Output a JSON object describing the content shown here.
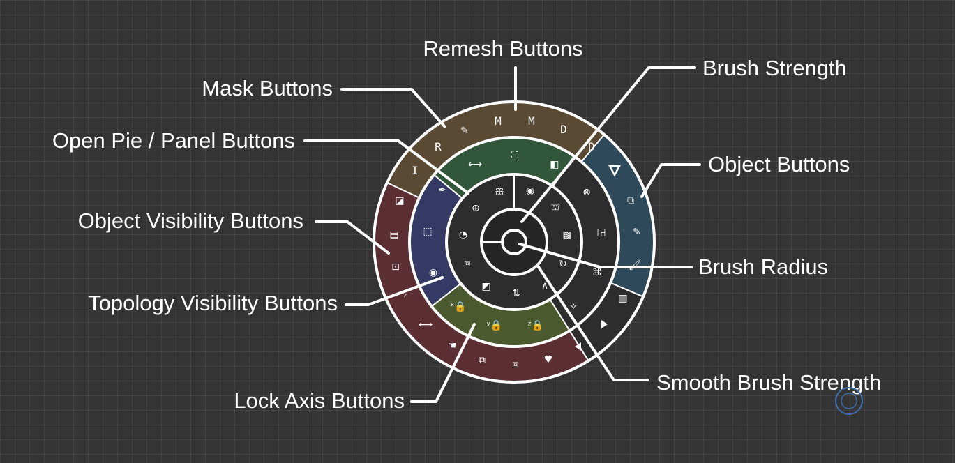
{
  "colors": {
    "background": "#343434",
    "remesh": "#5b4a33",
    "mask": "#31563a",
    "object": "#2e4a5a",
    "visibility": "#5a2e33",
    "topology": "#343a63",
    "lock_axis": "#4b5a2e",
    "dark_ring": "#2d2d2d",
    "core": "#262626",
    "stroke": "#ffffff"
  },
  "callouts": {
    "remesh": "Remesh Buttons",
    "mask": "Mask Buttons",
    "open_pie": "Open Pie / Panel Buttons",
    "object_visibility": "Object Visibility Buttons",
    "topology_visibility": "Topology Visibility Buttons",
    "lock_axis": "Lock Axis Buttons",
    "brush_strength": "Brush Strength",
    "object": "Object Buttons",
    "brush_radius": "Brush Radius",
    "smooth_brush_strength": "Smooth Brush Strength"
  },
  "remesh_labels": [
    "R",
    "I",
    "M",
    "M",
    "D",
    "D"
  ],
  "icons": {
    "outer_ring": [
      "eyedropper-icon",
      "triangle-down-icon",
      "copy-icon",
      "eyedropper-icon",
      "brush-icon",
      "columns-icon",
      "play-right-icon",
      "play-left-icon",
      "heart-icon",
      "cube-icon",
      "cube-outline-icon",
      "cursor-icon",
      "arrows-horizontal-icon",
      "curve-icon",
      "square-target-icon",
      "box-icon",
      "image-icon"
    ],
    "middle_ring": [
      "arrows-horizontal-icon",
      "expand-icon",
      "gradient-icon",
      "close-circle-icon",
      "corner-icon",
      "split-icon",
      "sparkle-icon",
      "z-lock-icon",
      "y-lock-icon",
      "x-lock-icon",
      "eye-icon",
      "dotted-square-icon",
      "pen-icon"
    ],
    "inner_ring": [
      "butterfly-icon",
      "eye-icon",
      "brush-icon",
      "checker-icon",
      "tornado-icon",
      "smooth-icon",
      "sort-icon",
      "half-square-icon",
      "layers-icon",
      "pie-icon",
      "grid-circle-icon"
    ]
  }
}
